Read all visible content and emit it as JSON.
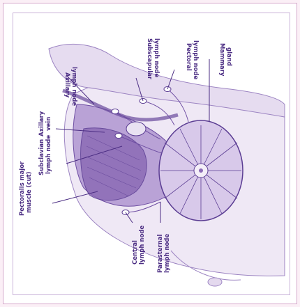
{
  "labels": {
    "pectoralis": [
      "Pectoralis major",
      "muscle (cut)"
    ],
    "subclavian": [
      "Subclavian",
      "lymph node"
    ],
    "axillary_vein": [
      "Axillary",
      "vein"
    ],
    "axillary_node": [
      "Axillary",
      "lymph node"
    ],
    "subscapular": [
      "Subscapular",
      "lymph node"
    ],
    "pectoral": [
      "Pectoral",
      "lymph node"
    ],
    "mammary": [
      "Mammary",
      "gland"
    ],
    "central": [
      "Central",
      "lymph node"
    ],
    "parasternal": [
      "Parasternal",
      "lymph node"
    ]
  },
  "colors": {
    "ink": "#4b2d83",
    "tissue": "#c7b3dd",
    "tissue_dark": "#8e6bb8",
    "skin": "#ebe3f2",
    "background": "#fbeff6"
  }
}
